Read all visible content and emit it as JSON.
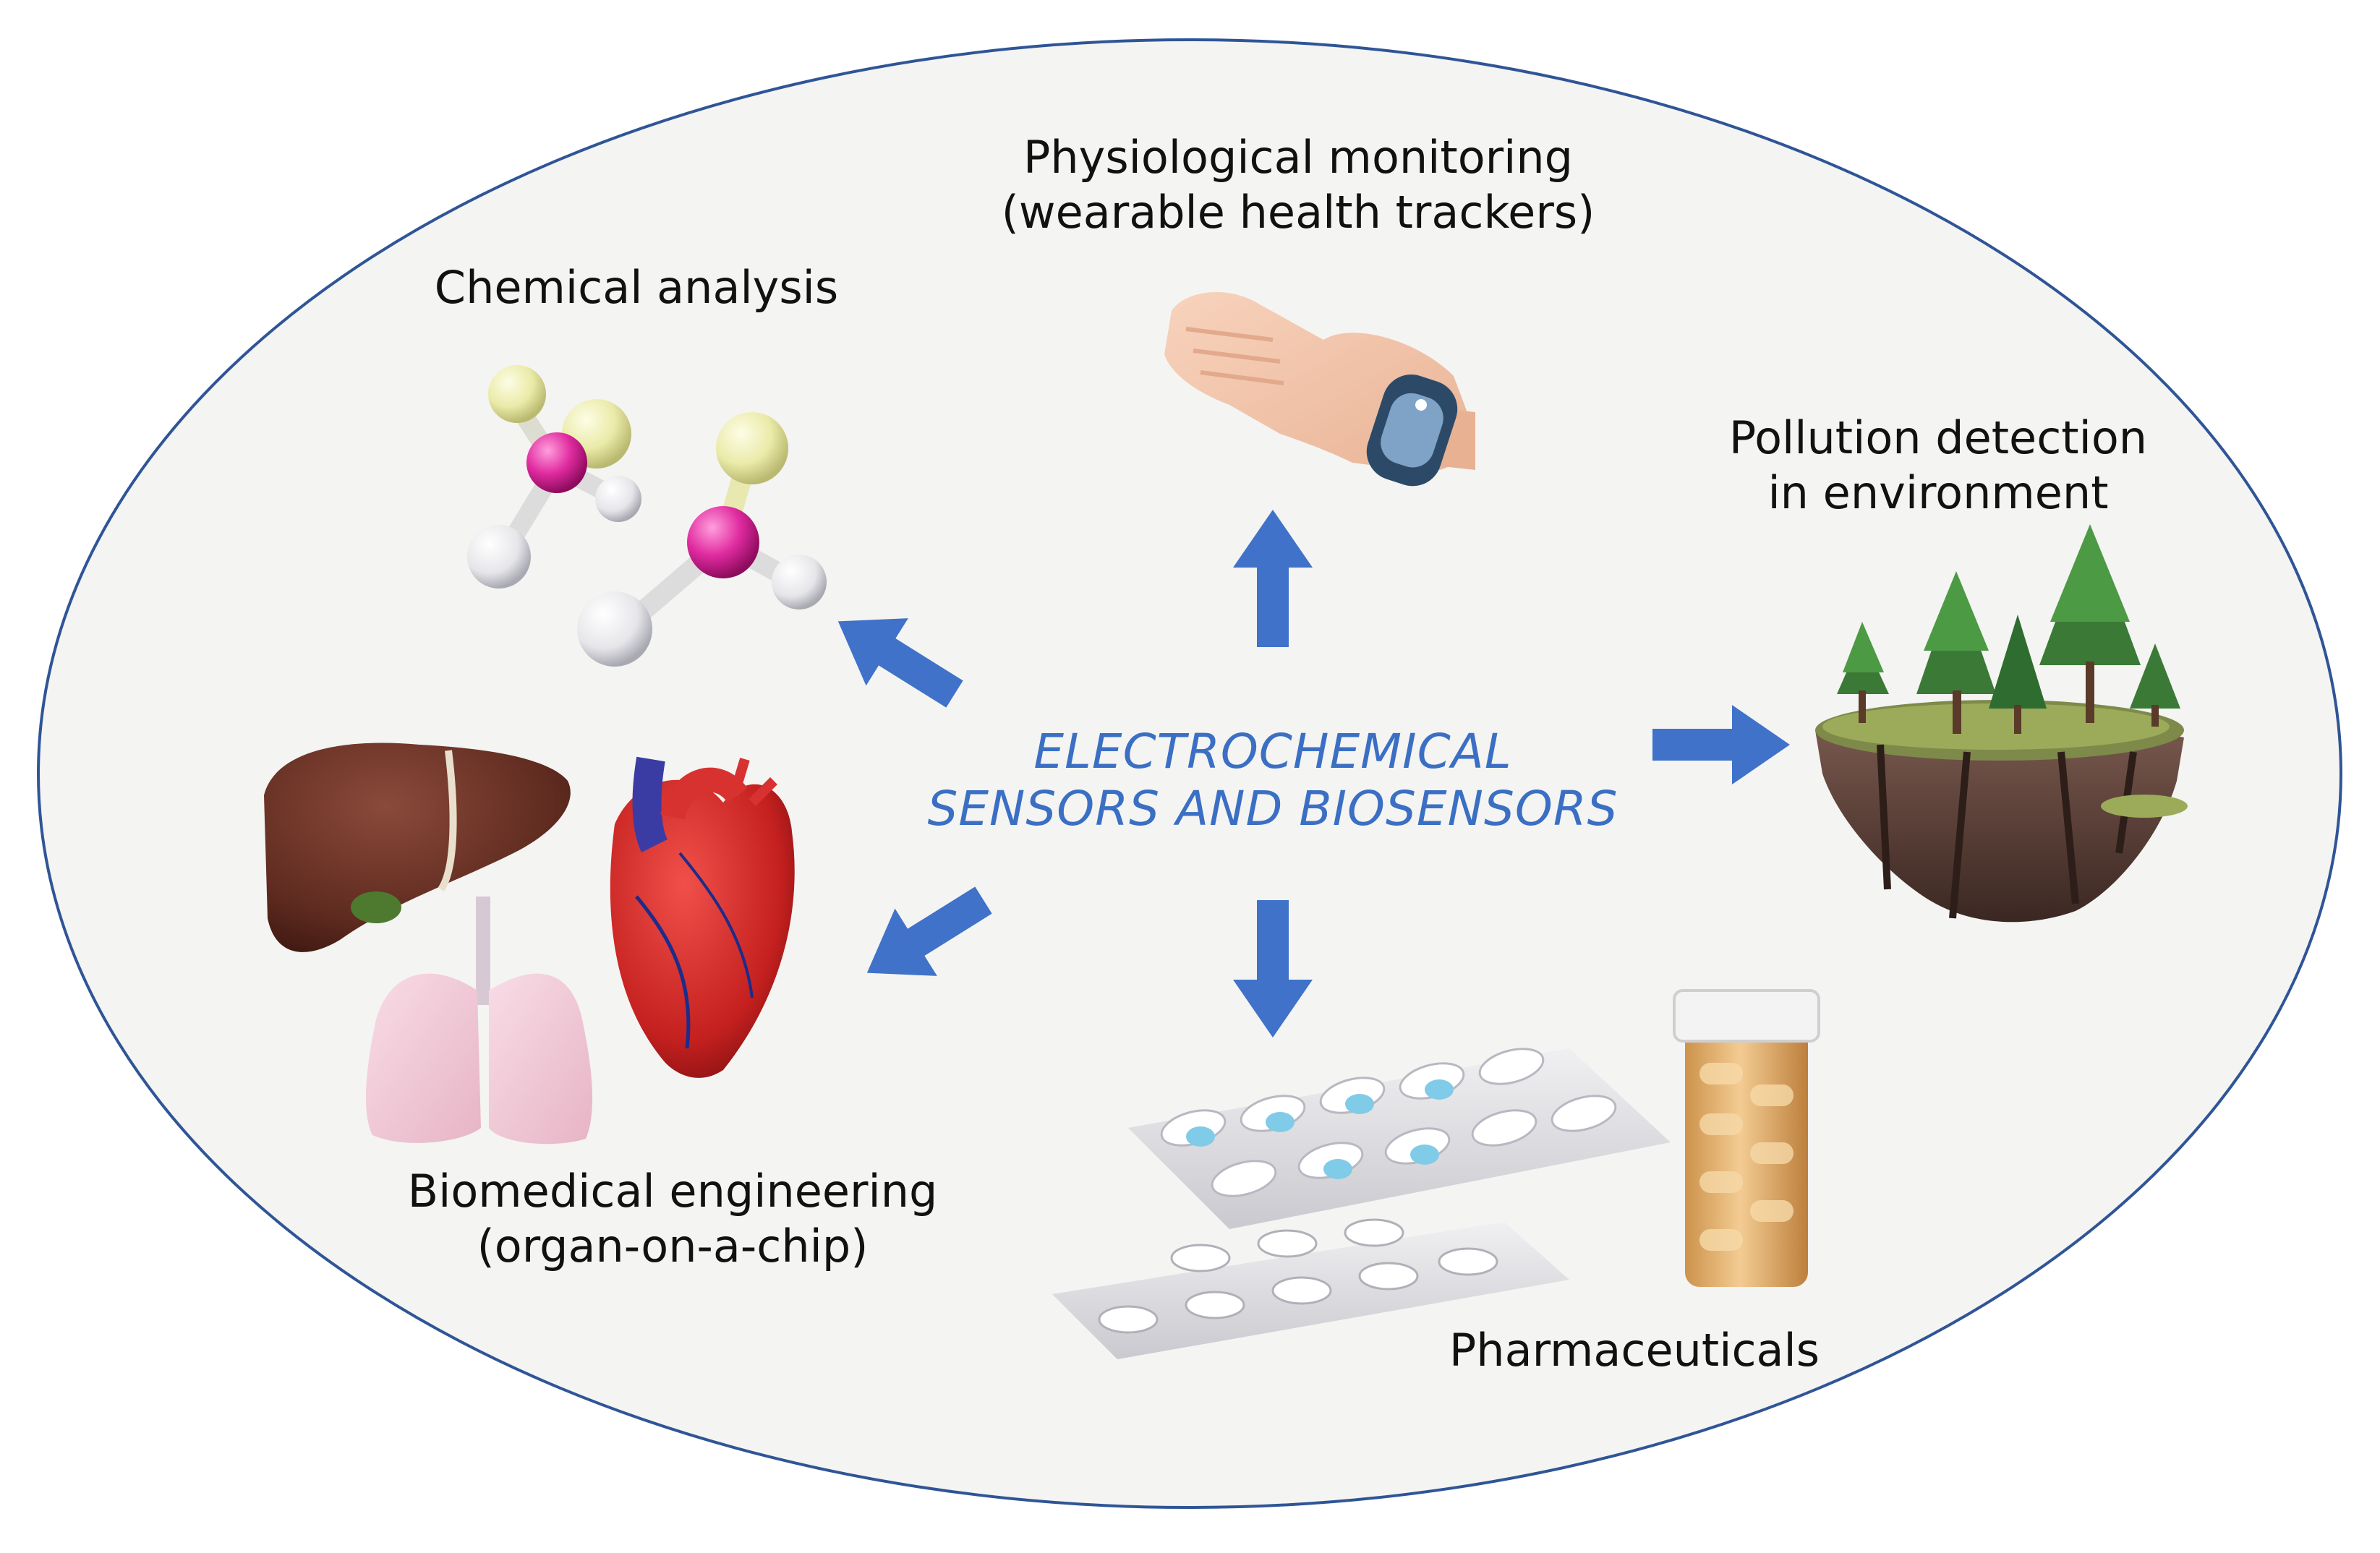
{
  "center": {
    "line1": "ELECTROCHEMICAL",
    "line2": "SENSORS AND BIOSENSORS",
    "color": "#3a6fc4"
  },
  "nodes": {
    "physiological": {
      "line1": "Physiological monitoring",
      "line2": "(wearable health trackers)"
    },
    "chemical": {
      "line1": "Chemical analysis"
    },
    "pollution": {
      "line1": "Pollution detection",
      "line2": "in environment"
    },
    "biomedical": {
      "line1": "Biomedical engineering",
      "line2": "(organ-on-a-chip)"
    },
    "pharma": {
      "line1": "Pharmaceuticals"
    }
  },
  "colors": {
    "arrow": "#3f72c8",
    "ellipse_stroke": "#2f5597",
    "ellipse_fill": "#f4f4f2"
  },
  "icons": [
    "hand-wristband-icon",
    "molecule-icon",
    "floating-forest-island-icon",
    "organs-icon",
    "pills-blister-icon",
    "pill-bottle-icon"
  ]
}
